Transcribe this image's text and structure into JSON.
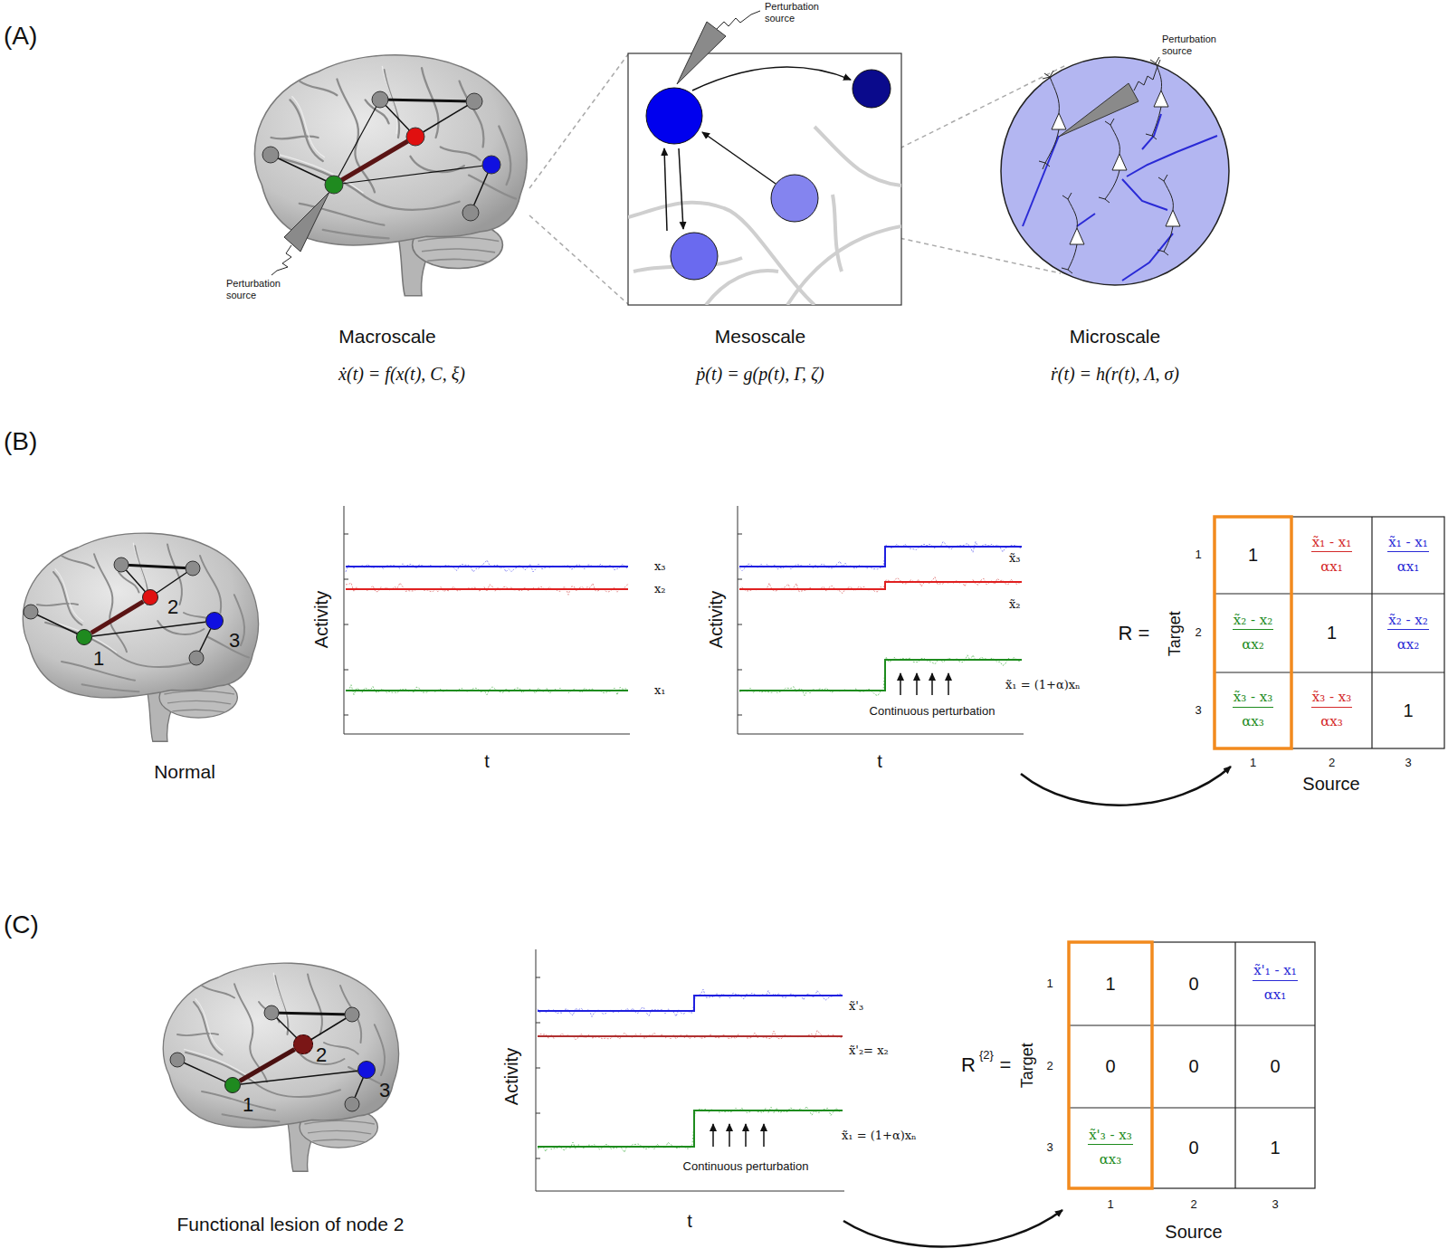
{
  "diagram": {
    "nodes": [
      {
        "text": [
          "1"
        ]
      },
      {
        "text": [
          "2"
        ]
      },
      {
        "text": [
          "3"
        ]
      },
      {
        "text": [
          "1"
        ]
      },
      {
        "text": [
          "2"
        ]
      },
      {
        "text": [
          "3"
        ]
      }
    ],
    "edges": [
      {
        "from": 0,
        "to": 1,
        "arrow": "none"
      },
      {
        "from": 0,
        "to": 2,
        "arrow": "none"
      },
      {
        "from": 3,
        "to": 4,
        "arrow": "none"
      },
      {
        "from": 3,
        "to": 5,
        "arrow": "none"
      }
    ],
    "labels": [
      "(A)",
      "Perturbation source",
      "Perturbation source",
      "Perturbation source",
      "Macroscale",
      "ẋ(t) = f(x(t), C, ξ)",
      "Mesoscale",
      "ṗ(t) = g(p(t), Γ, ζ)",
      "Microscale",
      "ṙ(t) = h(r(t), Λ, σ)",
      "(B)",
      "Normal",
      "Activity",
      "t",
      "x₃",
      "x₂",
      "x₁",
      "Activity",
      "t",
      "x̃₃",
      "x̃₂",
      "x̃₁ = (1+α)xₙ",
      "Continuous perturbation",
      "R =",
      "Target",
      "1",
      "2",
      "3",
      "1",
      "x̃₁ - x₁",
      "αx₁",
      "x̃₁ - x₁",
      "αx₁",
      "x̃₂ - x₂",
      "αx₂",
      "1",
      "x̃₂ - x₂",
      "αx₂",
      "x̃₃ - x₃",
      "αx₃",
      "x̃₃ - x₃",
      "αx₃",
      "1",
      "1",
      "2",
      "3",
      "Source",
      "(C)",
      "Functional lesion of node 2",
      "Activity",
      "t",
      "x̃'₃",
      "x̃'₂= x₂",
      "x̃₁ = (1+α)xₙ",
      "Continuous perturbation",
      "R",
      "{2}",
      "=",
      "Target",
      "1",
      "2",
      "3",
      "1",
      "0",
      "x̃'₁ - x₁",
      "αx₁",
      "0",
      "0",
      "0",
      "x̃'₃ - x₃",
      "αx₃",
      "0",
      "1",
      "1",
      "2",
      "3",
      "Source"
    ]
  }
}
